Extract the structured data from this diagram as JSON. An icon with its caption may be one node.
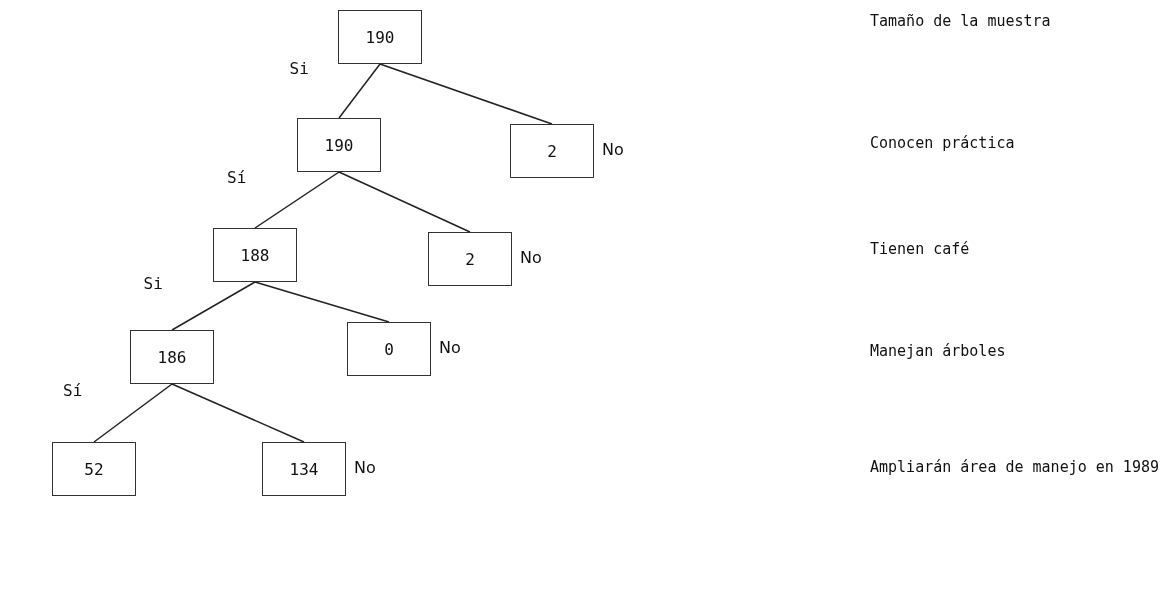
{
  "diagram": {
    "nodes": [
      {
        "text": [
          "190"
        ]
      },
      {
        "text": [
          "190"
        ]
      },
      {
        "text": [
          "2"
        ],
        "beside": [
          "No"
        ]
      },
      {
        "text": [
          "188"
        ]
      },
      {
        "text": [
          "2"
        ],
        "beside": [
          "No"
        ]
      },
      {
        "text": [
          "186"
        ]
      },
      {
        "text": [
          "0"
        ],
        "beside": [
          "No"
        ]
      },
      {
        "text": [
          "52"
        ]
      },
      {
        "text": [
          "134"
        ],
        "beside": [
          "No"
        ]
      }
    ],
    "edges": [
      {
        "from": 0,
        "to": 1,
        "arrow": "none",
        "label": "Si"
      },
      {
        "from": 0,
        "to": 2,
        "arrow": "none"
      },
      {
        "from": 1,
        "to": 3,
        "arrow": "none",
        "label": "Sí"
      },
      {
        "from": 1,
        "to": 4,
        "arrow": "none"
      },
      {
        "from": 3,
        "to": 5,
        "arrow": "none",
        "label": "Si"
      },
      {
        "from": 3,
        "to": 6,
        "arrow": "none"
      },
      {
        "from": 5,
        "to": 7,
        "arrow": "none",
        "label": "Sí"
      },
      {
        "from": 5,
        "to": 8,
        "arrow": "none"
      }
    ],
    "labels": [
      "Tamaño de la muestra",
      "Conocen práctica",
      "Tienen café",
      "Manejan árboles",
      "Ampliarán área de manejo en 1989"
    ]
  }
}
